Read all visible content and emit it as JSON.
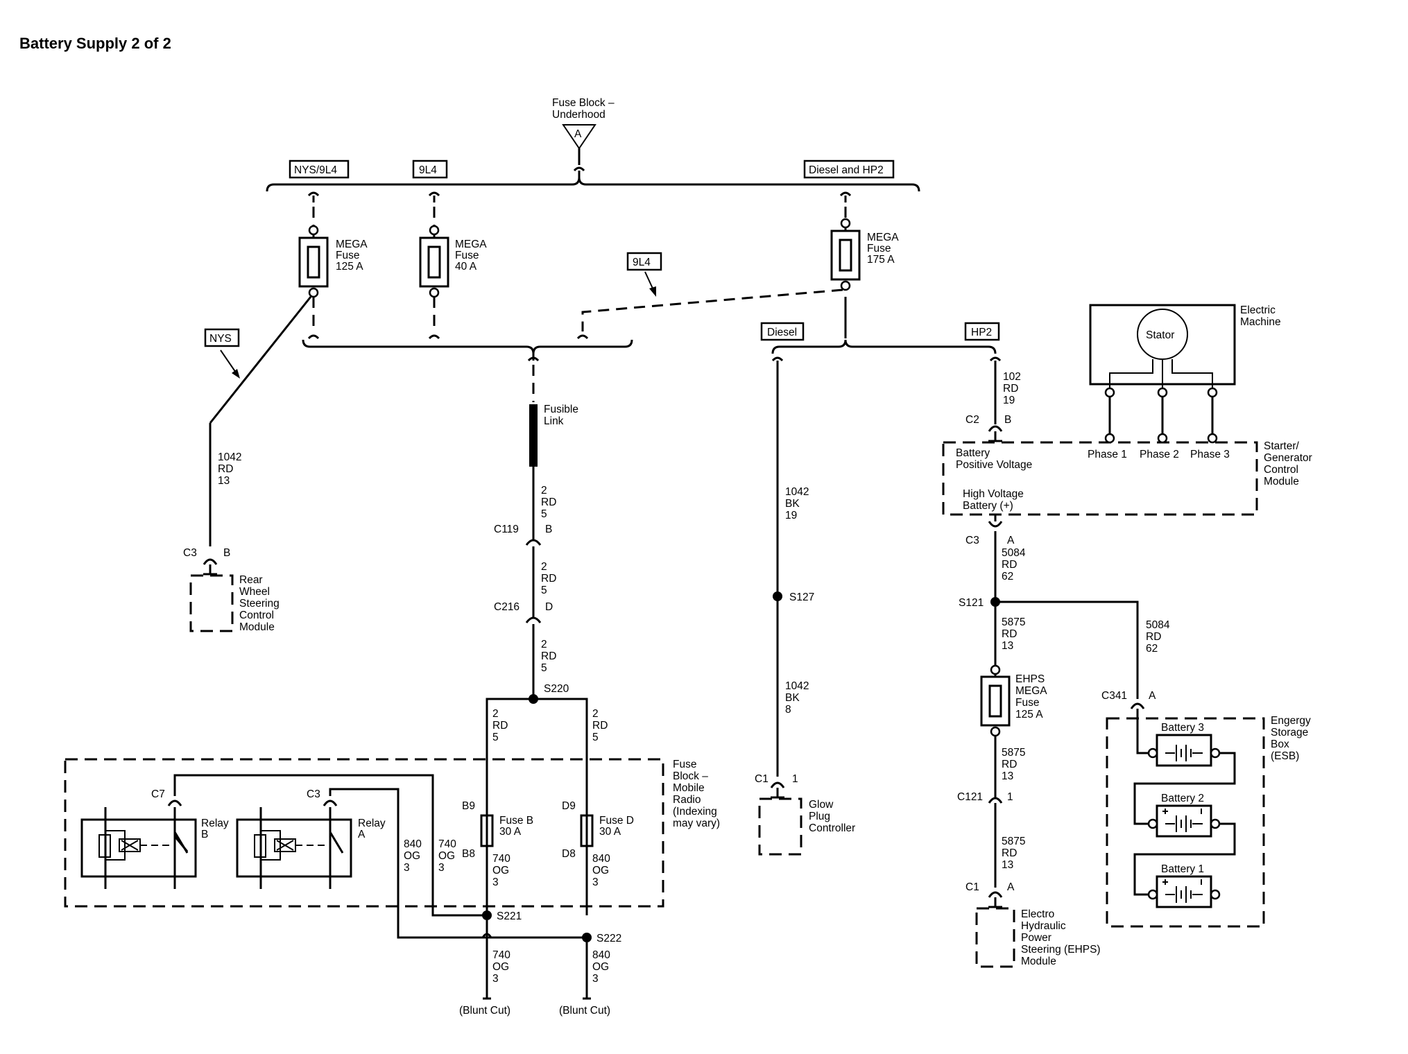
{
  "title": "Battery Supply 2 of 2",
  "source": {
    "line1": "Fuse Block –",
    "line2": "Underhood",
    "connector": "A"
  },
  "option_tags": {
    "nys_9l4": "NYS/9L4",
    "l4_top": "9L4",
    "diesel_hp2": "Diesel and HP2",
    "l4_mid": "9L4",
    "nys": "NYS",
    "diesel": "Diesel",
    "hp2": "HP2"
  },
  "fuses": {
    "mega125": [
      "MEGA",
      "Fuse",
      "125 A"
    ],
    "mega40": [
      "MEGA",
      "Fuse",
      "40 A"
    ],
    "mega175": [
      "MEGA",
      "Fuse",
      "175 A"
    ],
    "fusible_link": [
      "Fusible",
      "Link"
    ],
    "fuse_b": [
      "Fuse B",
      "30 A"
    ],
    "fuse_d": [
      "Fuse D",
      "30 A"
    ],
    "ehps": [
      "EHPS",
      "MEGA",
      "Fuse",
      "125 A"
    ]
  },
  "wires": {
    "w1042_rd": [
      "1042",
      "RD",
      "13"
    ],
    "w2_rd_a": [
      "2",
      "RD",
      "5"
    ],
    "w2_rd_b": [
      "2",
      "RD",
      "5"
    ],
    "w2_rd_c": [
      "2",
      "RD",
      "5"
    ],
    "w2_rd_l": [
      "2",
      "RD",
      "5"
    ],
    "w2_rd_r": [
      "2",
      "RD",
      "5"
    ],
    "w840_relay": [
      "840",
      "OG",
      "3"
    ],
    "w740_relay": [
      "740",
      "OG",
      "3"
    ],
    "w740_fuse": [
      "740",
      "OG",
      "3"
    ],
    "w840_fuse": [
      "840",
      "OG",
      "3"
    ],
    "w740_out": [
      "740",
      "OG",
      "3"
    ],
    "w840_out": [
      "840",
      "OG",
      "3"
    ],
    "w1042_bk_a": [
      "1042",
      "BK",
      "19"
    ],
    "w1042_bk_b": [
      "1042",
      "BK",
      "8"
    ],
    "w102_rd": [
      "102",
      "RD",
      "19"
    ],
    "w5084_rd_a": [
      "5084",
      "RD",
      "62"
    ],
    "w5084_rd_b": [
      "5084",
      "RD",
      "62"
    ],
    "w5875_a": [
      "5875",
      "RD",
      "13"
    ],
    "w5875_b": [
      "5875",
      "RD",
      "13"
    ],
    "w5875_c": [
      "5875",
      "RD",
      "13"
    ]
  },
  "connectors": {
    "c3_rws": {
      "name": "C3",
      "pin": "B"
    },
    "c119": {
      "name": "C119",
      "pin": "B"
    },
    "c216": {
      "name": "C216",
      "pin": "D"
    },
    "c7": {
      "name": "C7"
    },
    "c3_relay": {
      "name": "C3"
    },
    "b9": "B9",
    "b8": "B8",
    "d9": "D9",
    "d8": "D8",
    "c1_glow": {
      "name": "C1",
      "pin": "1"
    },
    "c2": {
      "name": "C2",
      "pin": "B"
    },
    "c3_sgcm": {
      "name": "C3",
      "pin": "A"
    },
    "c341": {
      "name": "C341",
      "pin": "A"
    },
    "c121": {
      "name": "C121",
      "pin": "1"
    },
    "c1_ehps": {
      "name": "C1",
      "pin": "A"
    }
  },
  "splices": {
    "s220": "S220",
    "s221": "S221",
    "s222": "S222",
    "s127": "S127",
    "s121": "S121"
  },
  "modules": {
    "rws": [
      "Rear",
      "Wheel",
      "Steering",
      "Control",
      "Module"
    ],
    "radio": [
      "Fuse",
      "Block –",
      "Mobile",
      "Radio",
      "(Indexing",
      "may vary)"
    ],
    "relay_b": [
      "Relay",
      "B"
    ],
    "relay_a": [
      "Relay",
      "A"
    ],
    "glow": [
      "Glow",
      "Plug",
      "Controller"
    ],
    "sgcm": [
      "Starter/",
      "Generator",
      "Control",
      "Module"
    ],
    "sgcm_pin1": [
      "Battery",
      "Positive Voltage"
    ],
    "sgcm_pin2": [
      "High Voltage",
      "Battery (+)"
    ],
    "phases": [
      "Phase 1",
      "Phase 2",
      "Phase 3"
    ],
    "machine": [
      "Electric",
      "Machine"
    ],
    "stator": "Stator",
    "esb": [
      "Engergy",
      "Storage",
      "Box",
      "(ESB)"
    ],
    "batteries": [
      "Battery 3",
      "Battery 2",
      "Battery 1"
    ],
    "ehps": [
      "Electro",
      "Hydraulic",
      "Power",
      "Steering (EHPS)",
      "Module"
    ]
  },
  "blunt_cut": [
    "(Blunt Cut)",
    "(Blunt Cut)"
  ]
}
